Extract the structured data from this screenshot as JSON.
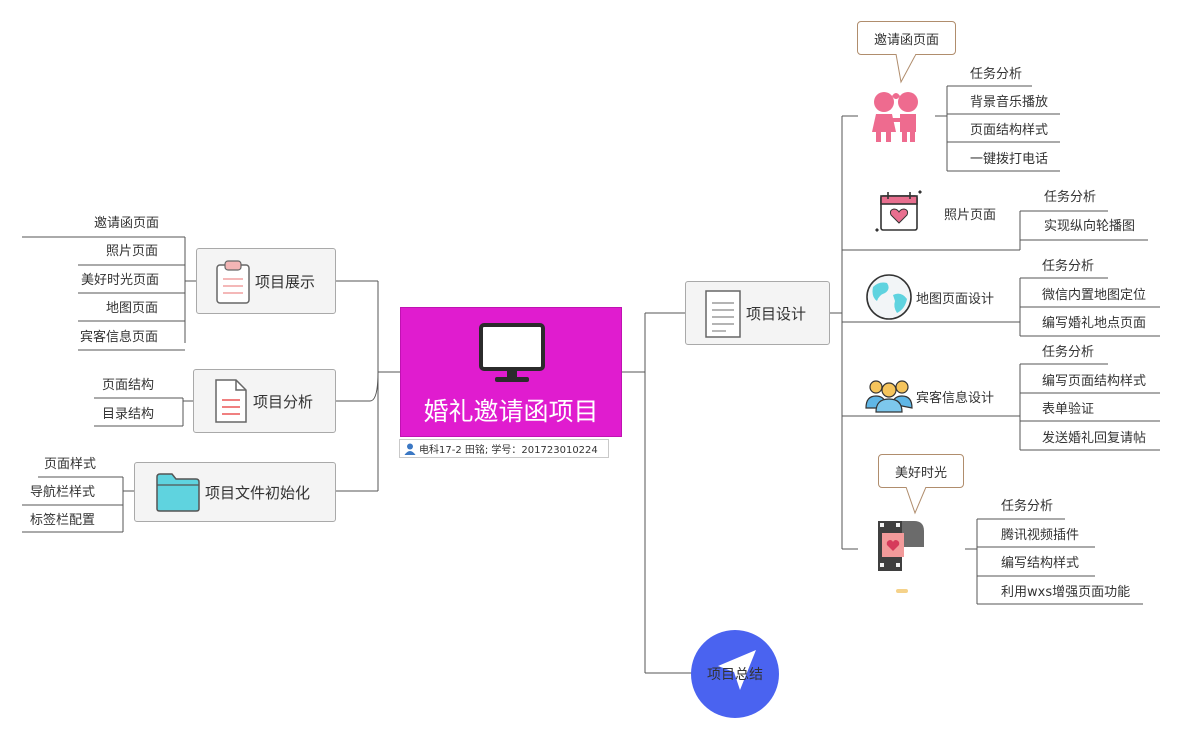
{
  "root": {
    "title": "婚礼邀请函项目",
    "author_tag": "电科17-2 田铭; 学号：201723010224",
    "color": "#e01ccf"
  },
  "left_branches": {
    "showcase": {
      "label": "项目展示",
      "icon": "clipboard-icon",
      "children": [
        "邀请函页面",
        "照片页面",
        "美好时光页面",
        "地图页面",
        "宾客信息页面"
      ]
    },
    "analysis": {
      "label": "项目分析",
      "icon": "document-icon",
      "children": [
        "页面结构",
        "目录结构"
      ]
    },
    "init": {
      "label": "项目文件初始化",
      "icon": "folder-icon",
      "children": [
        "页面样式",
        "导航栏样式",
        "标签栏配置"
      ]
    }
  },
  "right_branches": {
    "design": {
      "label": "项目设计",
      "icon": "page-icon",
      "invitation": {
        "callout": "邀请函页面",
        "icon": "couple-icon",
        "children": [
          "任务分析",
          "背景音乐播放",
          "页面结构样式",
          "一键拨打电话"
        ]
      },
      "photo": {
        "label": "照片页面",
        "icon": "calendar-heart-icon",
        "children": [
          "任务分析",
          "实现纵向轮播图"
        ]
      },
      "map": {
        "label": "地图页面设计",
        "icon": "globe-icon",
        "children": [
          "任务分析",
          "微信内置地图定位",
          "编写婚礼地点页面"
        ]
      },
      "guest": {
        "label": "宾客信息设计",
        "icon": "people-icon",
        "children": [
          "任务分析",
          "编写页面结构样式",
          "表单验证",
          "发送婚礼回复请帖"
        ]
      },
      "moments": {
        "callout": "美好时光",
        "icon": "film-heart-icon",
        "children": [
          "任务分析",
          "腾讯视频插件",
          "编写结构样式",
          "利用wxs增强页面功能"
        ]
      }
    },
    "summary": {
      "label": "项目总结",
      "icon": "navigation-arrow-icon",
      "color": "#4a63f0"
    }
  }
}
